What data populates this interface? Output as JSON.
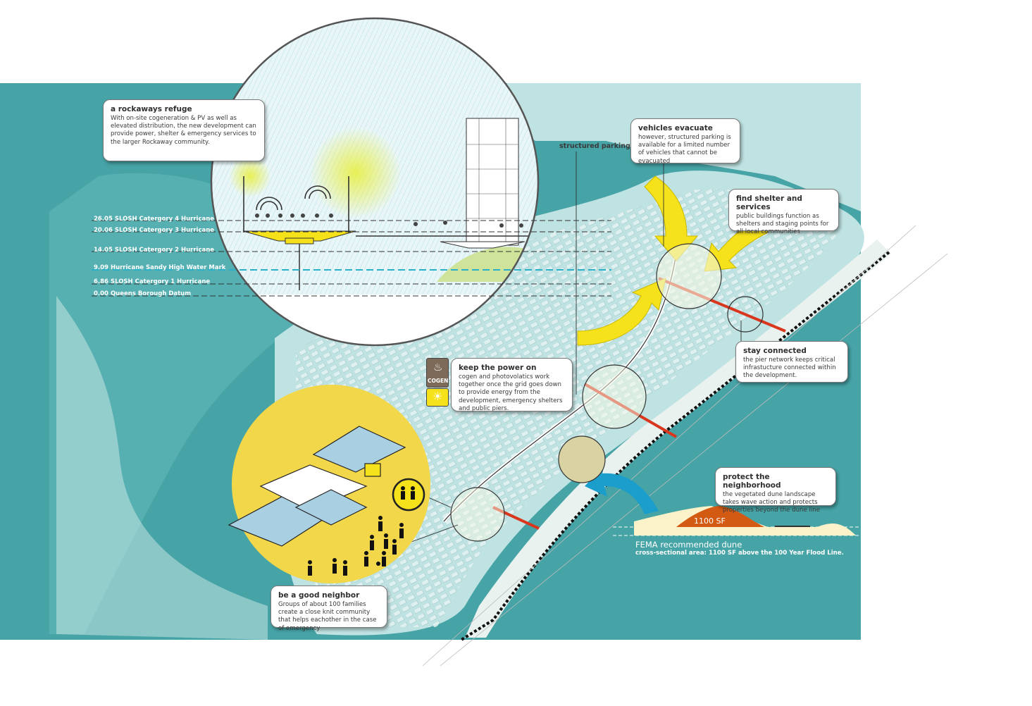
{
  "callouts": {
    "refuge": {
      "title": "a rockaways refuge",
      "body": "With on-site cogeneration & PV as well as elevated distribution, the new development can provide power, shelter & emergency services to the larger Rockaway community."
    },
    "vehicles": {
      "title": "vehicles evacuate",
      "body": "however, structured parking is available for a limited number of vehicles that cannot be evacuated"
    },
    "shelter": {
      "title": "find shelter and services",
      "body": "public buildings function as shelters and staging points for all local communities"
    },
    "connected": {
      "title": "stay connected",
      "body": "the pier network keeps critical infrastucture connected within the development."
    },
    "power": {
      "title": "keep the power on",
      "body": "cogen and photovolatics work together once the grid goes down to provide energy from the development, emergency shelters and public piers."
    },
    "protect": {
      "title": "protect the neighborhood",
      "body": "the vegetated dune landscape takes wave action and protects properties beyond the dune line"
    },
    "neighbor": {
      "title": "be a good neighbor",
      "body": "Groups of about 100 families create a close knit community that helps eachother in the case of emergency"
    }
  },
  "labels": {
    "structured_parking": "structured parking",
    "cogen": "COGEN"
  },
  "levels": [
    {
      "value": "26.05",
      "label": "SLOSH Catergory 4 Hurricane"
    },
    {
      "value": "20.06",
      "label": "SLOSH Catergory 3 Hurricane"
    },
    {
      "value": "14.05",
      "label": "SLOSH Catergory 2 Hurricane"
    },
    {
      "value": "9.09",
      "label": "Hurricane Sandy High Water Mark"
    },
    {
      "value": "6.86",
      "label": "SLOSH Catergory 1 Hurricane"
    },
    {
      "value": "0.00",
      "label": "Queens Borough Datum"
    }
  ],
  "dune": {
    "area_label": "1100 SF",
    "title": "FEMA recommended dune",
    "subtitle": "cross-sectional area: 1100 SF above the 100 Year Flood Line."
  },
  "colors": {
    "water": "#46a3a6",
    "land": "#bfe2e2",
    "yellow": "#f6e21b",
    "circle_yellow": "#f2d74a",
    "red": "#d8371e",
    "arrow_blue": "#1b9ecb"
  }
}
